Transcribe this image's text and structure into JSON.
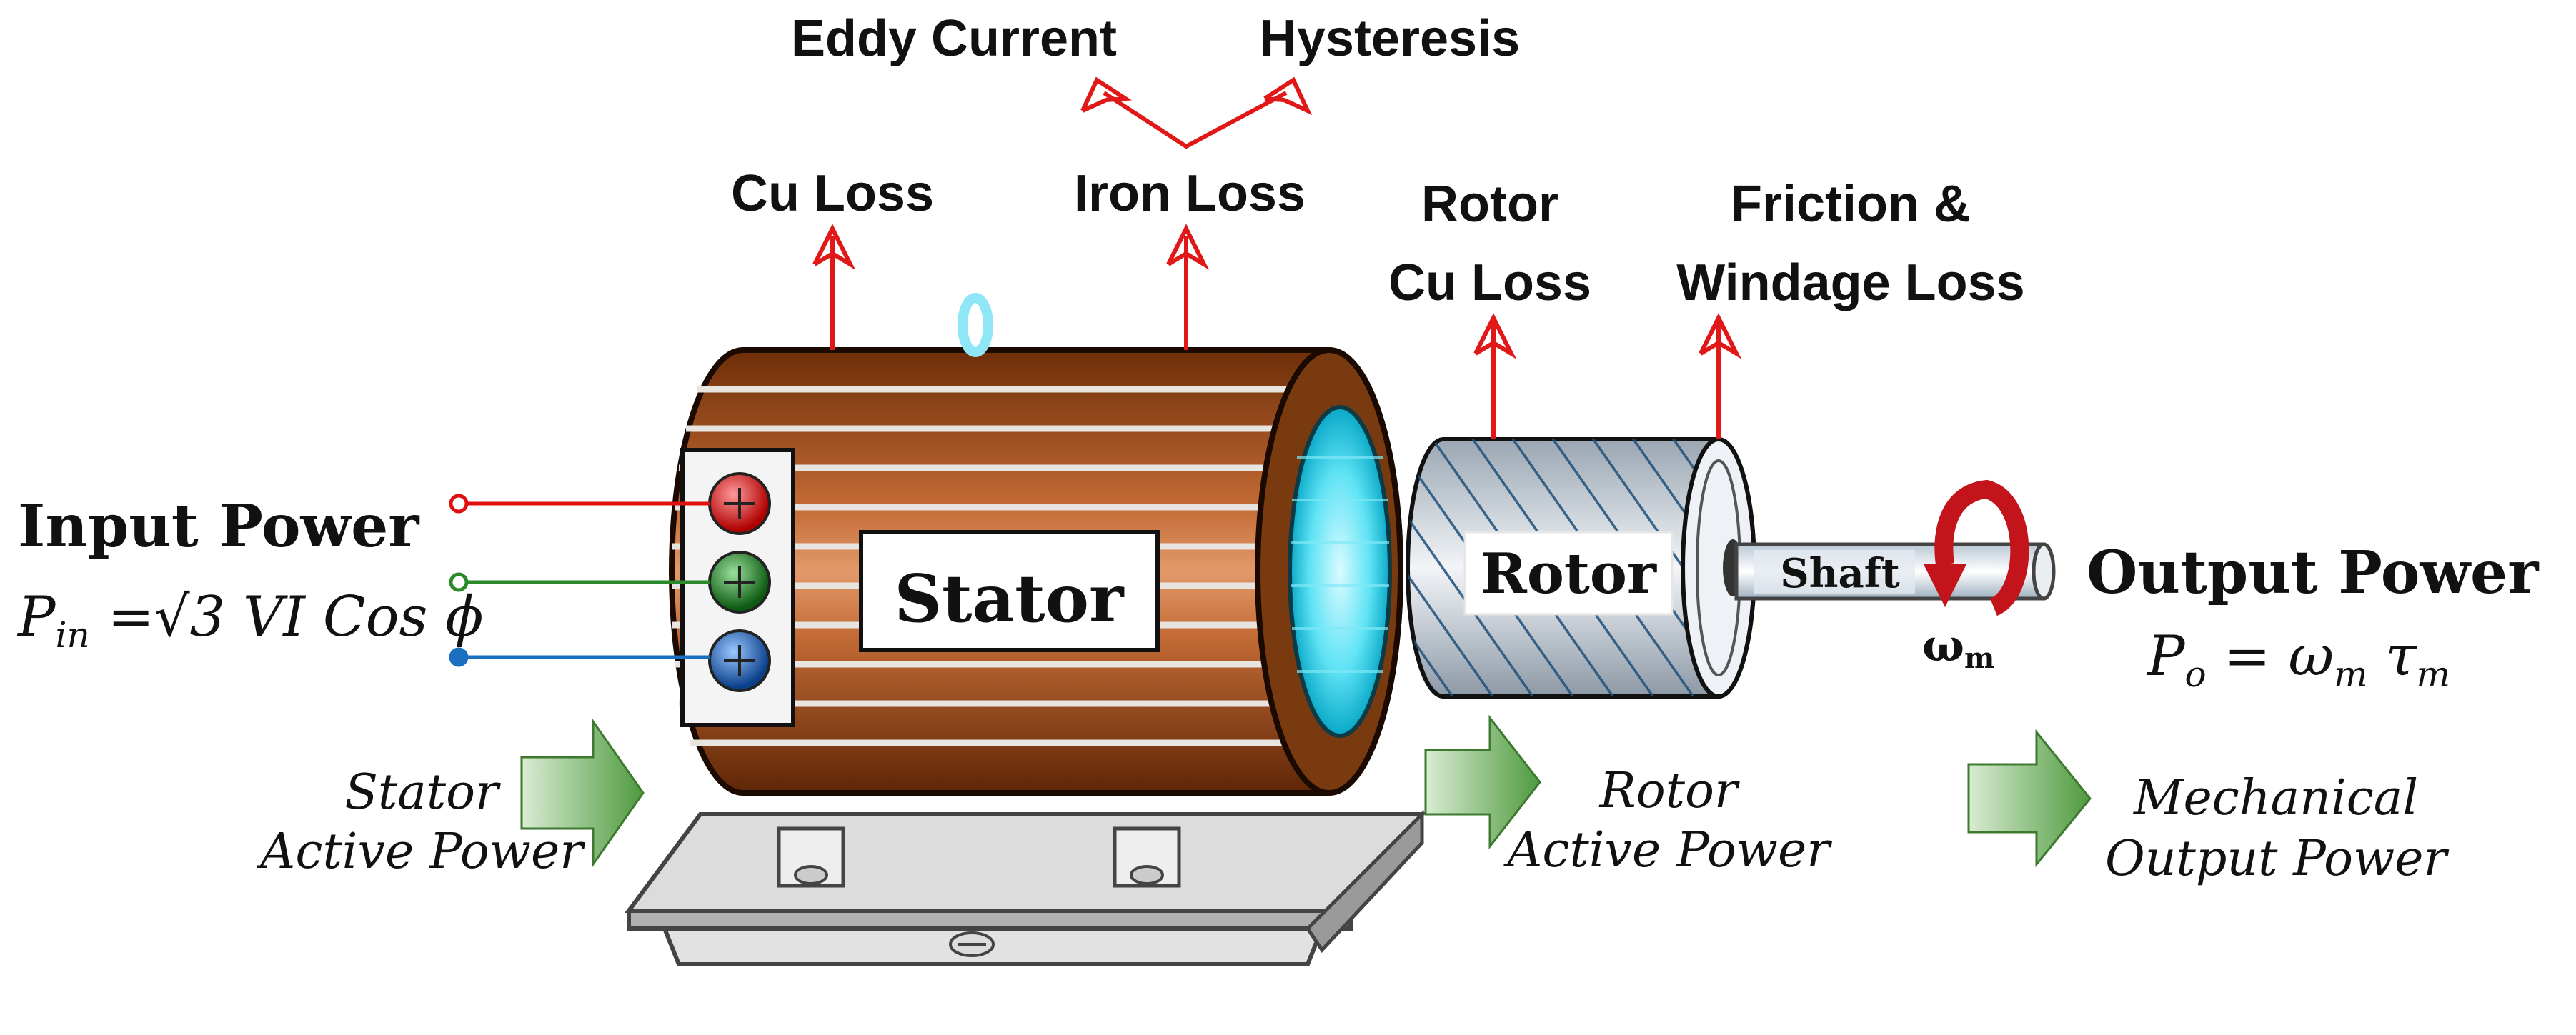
{
  "losses": {
    "eddy_current": "Eddy Current",
    "hysteresis": "Hysteresis",
    "cu_loss": "Cu Loss",
    "iron_loss": "Iron Loss",
    "rotor_cu_loss_line1": "Rotor",
    "rotor_cu_loss_line2": "Cu Loss",
    "friction_line1": "Friction &",
    "friction_line2": "Windage Loss"
  },
  "input": {
    "title": "Input Power",
    "formula_p": "P",
    "formula_sub": "in",
    "formula_rest": " =√3 VI Cos ϕ"
  },
  "output": {
    "title": "Output Power",
    "formula_p": "P",
    "formula_sub": "o",
    "formula_eq": " = ω",
    "formula_sub_m1": "m",
    "formula_tau": " τ",
    "formula_sub_m2": "m"
  },
  "components": {
    "stator": "Stator",
    "rotor": "Rotor",
    "shaft": "Shaft",
    "omega": "ω",
    "omega_sub": "m"
  },
  "flows": {
    "stator_active_line1": "Stator",
    "stator_active_line2": "Active Power",
    "rotor_active_line1": "Rotor",
    "rotor_active_line2": "Active Power",
    "mech_line1": "Mechanical",
    "mech_line2": "Output Power"
  },
  "colors": {
    "loss_arrow": "#e01818",
    "phase_red": "#e01010",
    "phase_green": "#2a8a2a",
    "phase_blue": "#1a6fc0",
    "stator_body": "#8b3f12",
    "flow_arrow": "#5aa04a"
  }
}
